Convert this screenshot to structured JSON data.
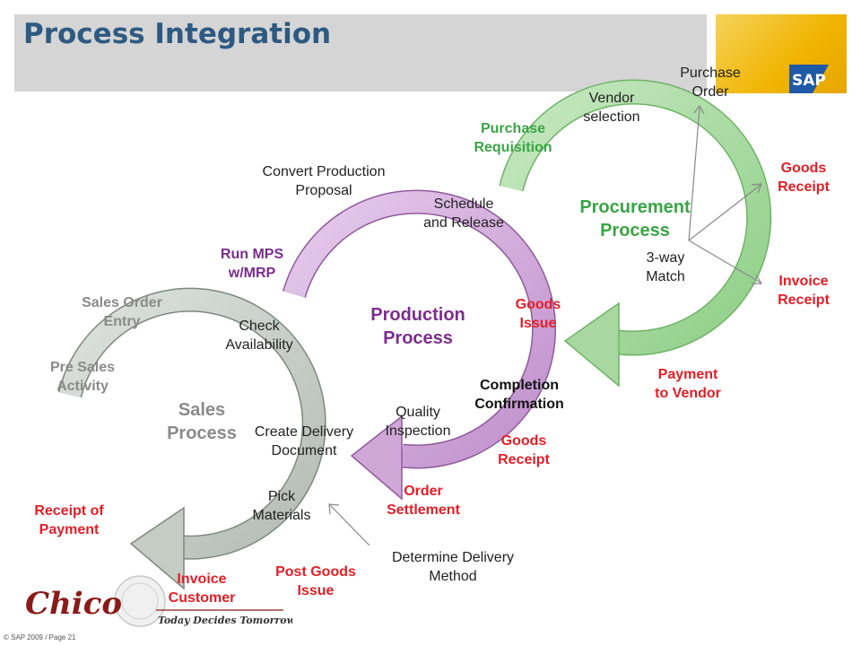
{
  "header": {
    "title": "Process Integration"
  },
  "logos": {
    "sap": "SAP",
    "chico_name": "Chico",
    "chico_tagline": "Today Decides Tomorrow"
  },
  "footer": {
    "copyright": "© SAP 2009 / Page 21"
  },
  "colors": {
    "title": "#2e5a82",
    "procurement_arrow": "#a8d8a0",
    "production_arrow": "#d0a8d8",
    "sales_arrow": "#c4ccc4",
    "red_text": "#e31e26",
    "green_text": "#3aa546",
    "purple_text": "#7b2d8c",
    "gray_text": "#8a8a8a"
  },
  "procurement": {
    "title_line1": "Procurement",
    "title_line2": "Process",
    "purchase_order_line1": "Purchase",
    "purchase_order_line2": "Order",
    "vendor_selection_line1": "Vendor",
    "vendor_selection_line2": "selection",
    "purchase_requisition_line1": "Purchase",
    "purchase_requisition_line2": "Requisition",
    "goods_receipt_line1": "Goods",
    "goods_receipt_line2": "Receipt",
    "three_way_line1": "3-way",
    "three_way_line2": "Match",
    "invoice_receipt_line1": "Invoice",
    "invoice_receipt_line2": "Receipt",
    "payment_line1": "Payment",
    "payment_line2": "to Vendor"
  },
  "production": {
    "title_line1": "Production",
    "title_line2": "Process",
    "convert_line1": "Convert Production",
    "convert_line2": "Proposal",
    "schedule_line1": "Schedule",
    "schedule_line2": "and Release",
    "run_mps_line1": "Run MPS",
    "run_mps_line2": "w/MRP",
    "goods_issue_line1": "Goods",
    "goods_issue_line2": "Issue",
    "completion_line1": "Completion",
    "completion_line2": "Confirmation",
    "quality_line1": "Quality",
    "quality_line2": "Inspection",
    "goods_receipt_line1": "Goods",
    "goods_receipt_line2": "Receipt",
    "order_settlement_line1": "Order",
    "order_settlement_line2": "Settlement"
  },
  "sales": {
    "title_line1": "Sales",
    "title_line2": "Process",
    "sales_order_line1": "Sales Order",
    "sales_order_line2": "Entry",
    "check_line1": "Check",
    "check_line2": "Availability",
    "pre_sales_line1": "Pre Sales",
    "pre_sales_line2": "Activity",
    "create_delivery_line1": "Create Delivery",
    "create_delivery_line2": "Document",
    "pick_line1": "Pick",
    "pick_line2": "Materials",
    "receipt_payment_line1": "Receipt of",
    "receipt_payment_line2": "Payment",
    "determine_line1": "Determine Delivery",
    "determine_line2": "Method",
    "post_goods_line1": "Post Goods",
    "post_goods_line2": "Issue",
    "invoice_customer_line1": "Invoice",
    "invoice_customer_line2": "Customer"
  }
}
